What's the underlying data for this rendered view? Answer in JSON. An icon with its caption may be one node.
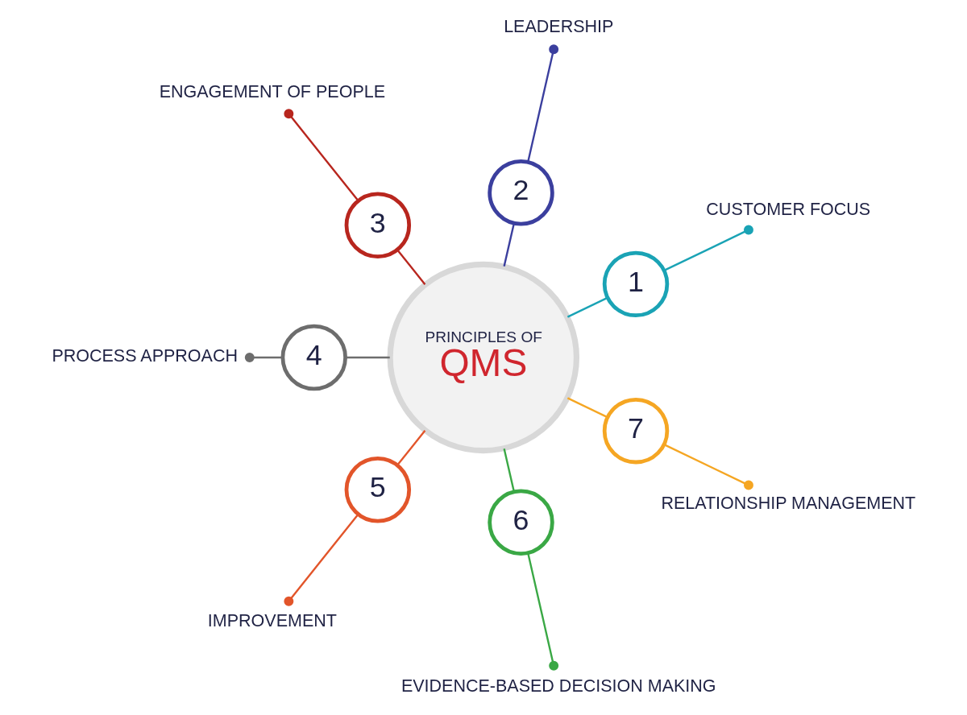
{
  "diagram": {
    "nodes": [
      {
        "text": [
          "PRINCIPLES OF",
          "QMS"
        ]
      },
      {
        "text": [
          "1"
        ]
      },
      {
        "text": [
          "2"
        ]
      },
      {
        "text": [
          "3"
        ]
      },
      {
        "text": [
          "4"
        ]
      },
      {
        "text": [
          "5"
        ]
      },
      {
        "text": [
          "6"
        ]
      },
      {
        "text": [
          "7"
        ]
      },
      {
        "text": [
          "CUSTOMER FOCUS"
        ]
      },
      {
        "text": [
          "LEADERSHIP"
        ]
      },
      {
        "text": [
          "ENGAGEMENT OF PEOPLE"
        ]
      },
      {
        "text": [
          "PROCESS APPROACH"
        ]
      },
      {
        "text": [
          "IMPROVEMENT"
        ]
      },
      {
        "text": [
          "EVIDENCE-BASED DECISION MAKING"
        ]
      },
      {
        "text": [
          "RELATIONSHIP MANAGEMENT"
        ]
      }
    ],
    "edges": [
      {
        "from": 0,
        "to": 1,
        "arrow": "none",
        "color": "#1aa3b5"
      },
      {
        "from": 0,
        "to": 2,
        "arrow": "none",
        "color": "#3b3f9e"
      },
      {
        "from": 0,
        "to": 3,
        "arrow": "none",
        "color": "#b8261e"
      },
      {
        "from": 0,
        "to": 4,
        "arrow": "none",
        "color": "#6d6d6d"
      },
      {
        "from": 0,
        "to": 5,
        "arrow": "none",
        "color": "#e2552a"
      },
      {
        "from": 0,
        "to": 6,
        "arrow": "none",
        "color": "#3aa845"
      },
      {
        "from": 0,
        "to": 7,
        "arrow": "none",
        "color": "#f5a623"
      },
      {
        "from": 1,
        "to": 8,
        "arrow": "other",
        "color": "#1aa3b5"
      },
      {
        "from": 2,
        "to": 9,
        "arrow": "other",
        "color": "#3b3f9e"
      },
      {
        "from": 3,
        "to": 10,
        "arrow": "other",
        "color": "#b8261e"
      },
      {
        "from": 4,
        "to": 11,
        "arrow": "other",
        "color": "#6d6d6d"
      },
      {
        "from": 5,
        "to": 12,
        "arrow": "other",
        "color": "#e2552a"
      },
      {
        "from": 6,
        "to": 13,
        "arrow": "other",
        "color": "#3aa845"
      },
      {
        "from": 7,
        "to": 14,
        "arrow": "other",
        "color": "#f5a623"
      }
    ]
  }
}
